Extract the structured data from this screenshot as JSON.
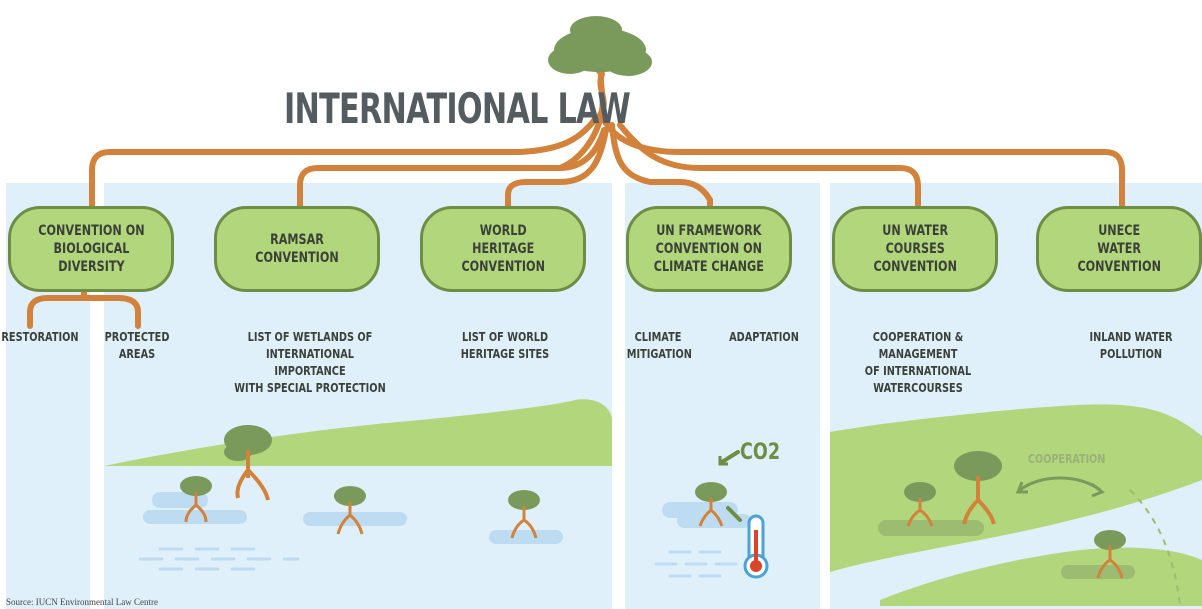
{
  "title": "INTERNATIONAL LAW",
  "conventions": [
    {
      "name": "CONVENTION ON\nBIOLOGICAL\nDIVERSITY",
      "icon": "leaf-box"
    },
    {
      "name": "RAMSAR CONVENTION",
      "icon": "leaf-box"
    },
    {
      "name": "WORLD\nHERITAGE\nCONVENTION",
      "icon": "leaf-box"
    },
    {
      "name": "UN FRAMEWORK\nCONVENTION ON\nCLIMATE CHANGE",
      "icon": "leaf-box"
    },
    {
      "name": "UN WATER\nCOURSES\nCONVENTION",
      "icon": "leaf-box"
    },
    {
      "name": "UNECE\nWATER\nCONVENTION",
      "icon": "leaf-box"
    }
  ],
  "sub_labels": {
    "restoration": "RESTORATION",
    "protected_areas": "PROTECTED\nAREAS",
    "wetlands": "LIST OF WETLANDS OF\nINTERNATIONAL IMPORTANCE\nWITH SPECIAL PROTECTION",
    "world_heritage_sites": "LIST OF WORLD\nHERITAGE SITES",
    "climate_mitigation": "CLIMATE\nMITIGATION",
    "adaptation": "ADAPTATION",
    "cooperation_management": "COOPERATION & MANAGEMENT\nOF INTERNATIONAL\nWATERCOURSES",
    "inland_pollution": "INLAND WATER POLLUTION"
  },
  "illustration_text": {
    "co2": "CO2",
    "cooperation": "COOPERATION"
  },
  "source": "Source: IUCN Environmental Law Centre",
  "colors": {
    "root": "#d2823a",
    "box_fill": "#b2d67c",
    "box_border": "#6f8e45",
    "panel": "#dff0fb",
    "water": "#bddcf2",
    "land": "#b2d67c",
    "foliage": "#7a9a5c",
    "thermometer": "#4aa3d8",
    "heat": "#d9452a"
  }
}
